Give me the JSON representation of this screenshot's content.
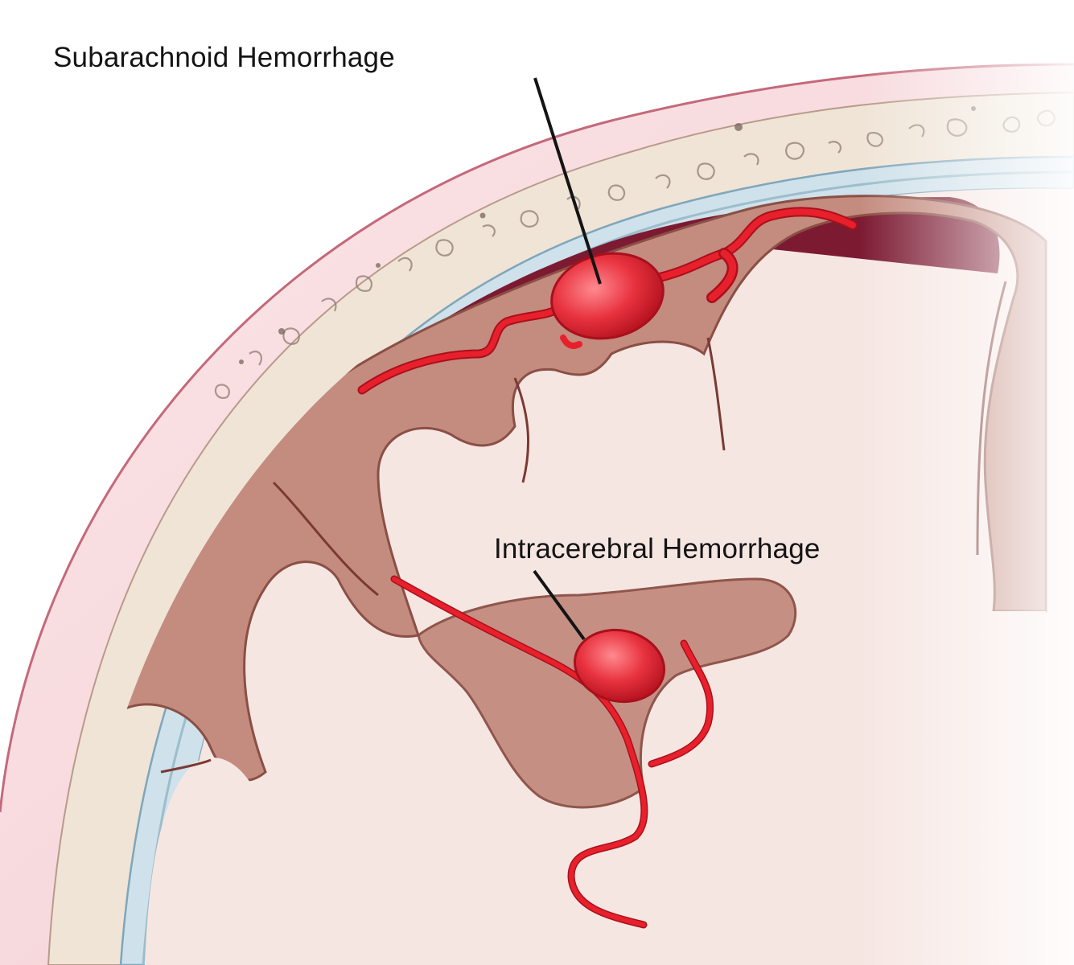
{
  "labels": {
    "subarachnoid": "Subarachnoid Hemorrhage",
    "intracerebral": "Intracerebral Hemorrhage"
  },
  "colors": {
    "background": "#ffffff",
    "skin": "#f1c7cc",
    "bone": "#efe4d6",
    "meninges": "#bcd3df",
    "subarachnoid_space": "#7c1a32",
    "gray_matter": "#c48b7f",
    "white_matter": "#f6e4e0",
    "artery": "#e8202c",
    "aneurysm": "#e8414c",
    "bleed_halo": "#7c1530",
    "leader_line": "#141414"
  },
  "icons": [
    "aneurysm-sac",
    "blood-vessel",
    "skull-bone",
    "brain-gyrus"
  ]
}
